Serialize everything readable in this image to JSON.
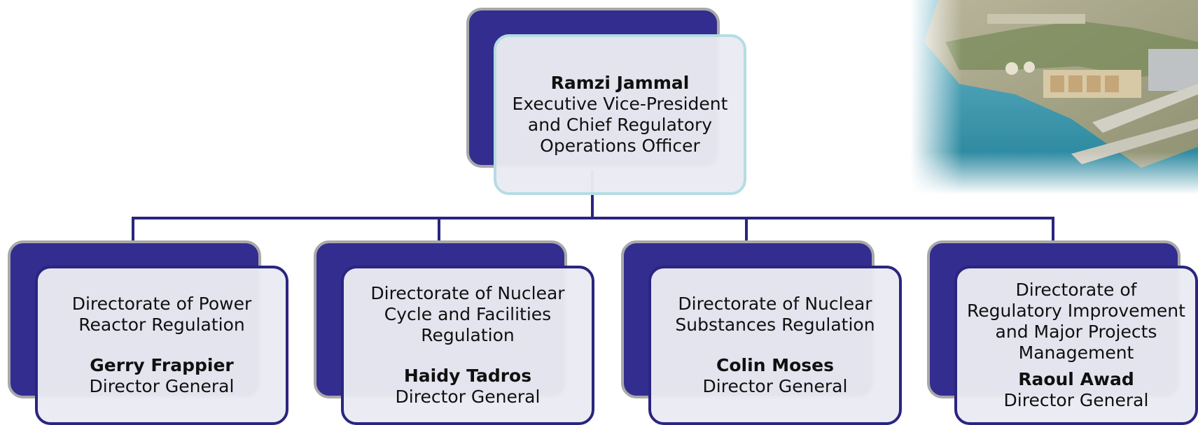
{
  "executive": {
    "name": "Ramzi Jammal",
    "title_lines": [
      "Executive Vice-President",
      "and Chief Regulatory",
      "Operations Officer"
    ]
  },
  "directorates": [
    {
      "unit_lines": [
        "Directorate of Power",
        "Reactor Regulation"
      ],
      "name": "Gerry Frappier",
      "role": "Director General"
    },
    {
      "unit_lines": [
        "Directorate of Nuclear",
        "Cycle and Facilities",
        "Regulation"
      ],
      "name": "Haidy Tadros",
      "role": "Director General"
    },
    {
      "unit_lines": [
        "Directorate of Nuclear",
        "Substances Regulation"
      ],
      "name": "Colin Moses",
      "role": "Director General"
    },
    {
      "unit_lines": [
        "Directorate of",
        "Regulatory Improvement",
        "and Major Projects",
        "Management"
      ],
      "name": "Raoul Awad",
      "role": "Director General"
    }
  ],
  "colors": {
    "navy": "#322d8e",
    "connector": "#2a2580",
    "top_border": "#b4dde3",
    "back_border": "#a8a8a8"
  }
}
